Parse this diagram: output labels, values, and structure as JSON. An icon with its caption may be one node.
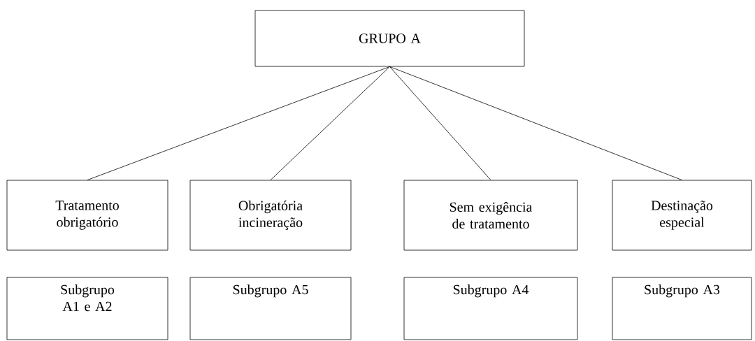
{
  "diagram": {
    "nodes": [
      {
        "text": [
          "GRUPO A"
        ]
      },
      {
        "text": [
          "Tratamento obrigatório"
        ]
      },
      {
        "text": [
          "Obrigatória incineração"
        ]
      },
      {
        "text": [
          "Sem exigência de tratamento"
        ]
      },
      {
        "text": [
          "Destinação especial"
        ]
      },
      {
        "text": [
          "Subgrupo A1 e A2"
        ]
      },
      {
        "text": [
          "Subgrupo A5"
        ]
      },
      {
        "text": [
          "Subgrupo A4"
        ]
      },
      {
        "text": [
          "Subgrupo A3"
        ]
      }
    ],
    "edges": [
      {
        "from": 0,
        "to": 1,
        "arrow": "none"
      },
      {
        "from": 0,
        "to": 2,
        "arrow": "none"
      },
      {
        "from": 0,
        "to": 3,
        "arrow": "none"
      },
      {
        "from": 0,
        "to": 4,
        "arrow": "none"
      }
    ]
  }
}
